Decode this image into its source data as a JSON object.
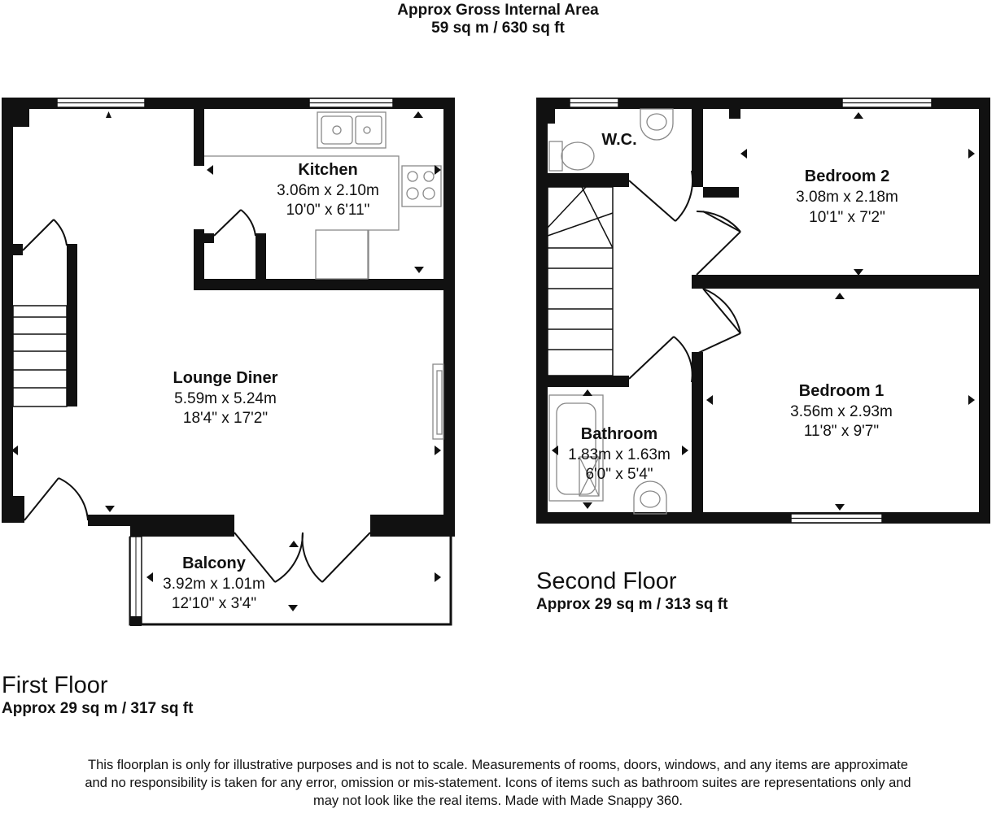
{
  "header": {
    "title": "Approx Gross Internal Area",
    "area": "59 sq m / 630 sq ft"
  },
  "floors": [
    {
      "name": "First Floor",
      "area": "Approx 29 sq m / 317 sq ft",
      "rooms": [
        {
          "name": "Kitchen",
          "metric": "3.06m x 2.10m",
          "imperial": "10'0\" x 6'11\""
        },
        {
          "name": "Lounge Diner",
          "metric": "5.59m x 5.24m",
          "imperial": "18'4\" x 17'2\""
        },
        {
          "name": "Balcony",
          "metric": "3.92m x 1.01m",
          "imperial": "12'10\" x 3'4\""
        }
      ]
    },
    {
      "name": "Second Floor",
      "area": "Approx 29 sq m / 313 sq ft",
      "rooms": [
        {
          "name": "W.C."
        },
        {
          "name": "Bedroom 2",
          "metric": "3.08m x 2.18m",
          "imperial": "10'1\" x 7'2\""
        },
        {
          "name": "Bedroom 1",
          "metric": "3.56m x 2.93m",
          "imperial": "11'8\" x 9'7\""
        },
        {
          "name": "Bathroom",
          "metric": "1.83m x 1.63m",
          "imperial": "6'0\" x 5'4\""
        }
      ]
    }
  ],
  "disclaimer": [
    "This floorplan is only for illustrative purposes and is not to scale. Measurements of rooms, doors, windows, and any items are approximate",
    "and no responsibility is taken for any error, omission or mis-statement. Icons of items such as bathroom suites are representations only and",
    "may not look like the real items. Made with Made Snappy 360."
  ],
  "colors": {
    "wall": "#111111",
    "fixture": "#888888",
    "background": "#ffffff"
  }
}
